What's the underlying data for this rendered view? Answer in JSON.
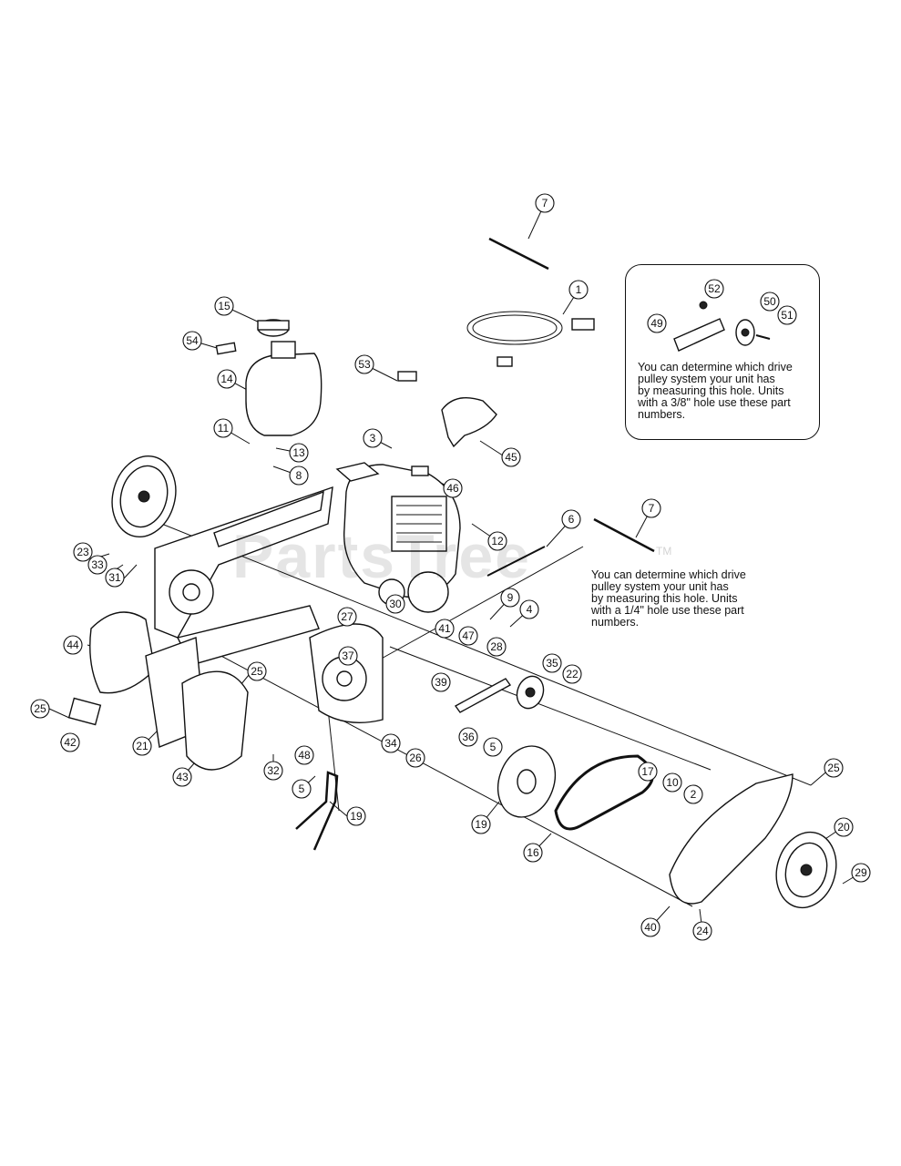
{
  "watermark": "PartsTree",
  "watermark_tm": "TM",
  "notes": {
    "boxed": "You can determine which drive\npulley system your unit has\nby measuring this hole.  Units\nwith a 3/8\" hole use these part\nnumbers.",
    "open": "You can determine which drive\npulley system your unit has\nby measuring this hole. Units\nwith a 1/4\" hole use these part\nnumbers."
  },
  "callouts": [
    "7",
    "1",
    "52",
    "50",
    "49",
    "51",
    "15",
    "54",
    "53",
    "14",
    "11",
    "3",
    "13",
    "46",
    "8",
    "45",
    "12",
    "6",
    "7",
    "23",
    "33",
    "31",
    "9",
    "4",
    "30",
    "27",
    "41",
    "47",
    "44",
    "28",
    "37",
    "35",
    "22",
    "25",
    "39",
    "25",
    "42",
    "34",
    "36",
    "5",
    "21",
    "48",
    "17",
    "10",
    "2",
    "26",
    "32",
    "43",
    "5",
    "19",
    "19",
    "25",
    "16",
    "20",
    "29",
    "40",
    "24"
  ]
}
